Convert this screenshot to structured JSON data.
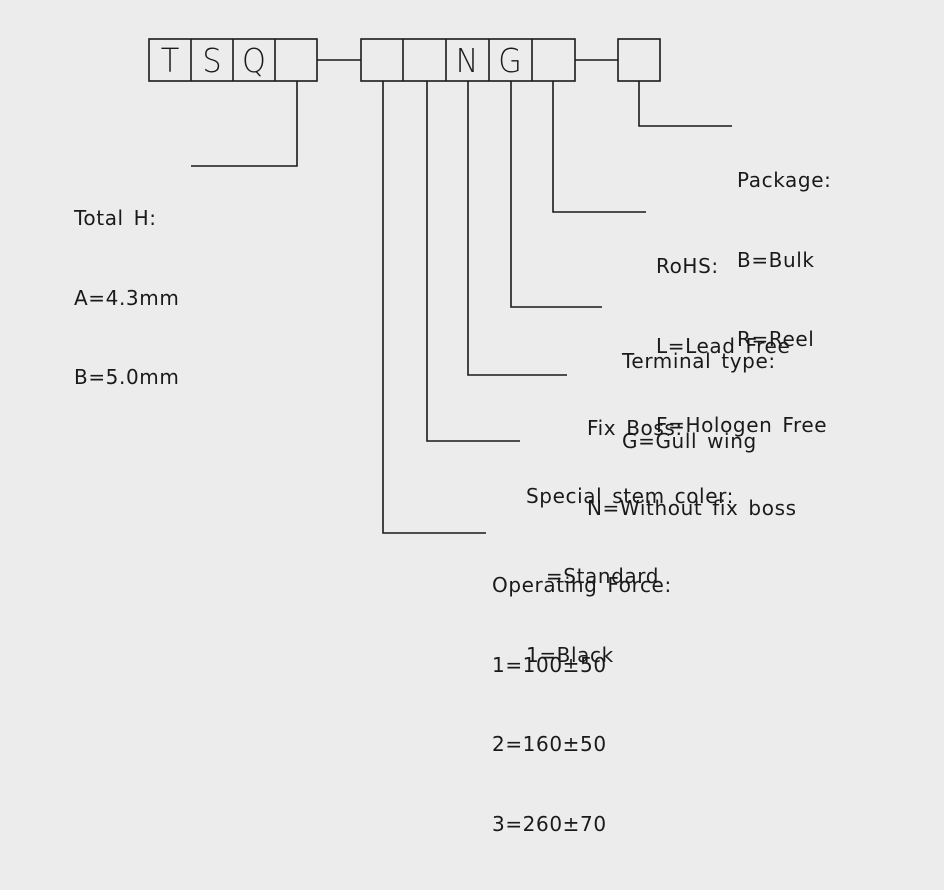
{
  "code_boxes": [
    {
      "text": "T"
    },
    {
      "text": "S"
    },
    {
      "text": "Q"
    },
    {
      "text": ""
    },
    {
      "text": ""
    },
    {
      "text": ""
    },
    {
      "text": "N"
    },
    {
      "text": "G"
    },
    {
      "text": ""
    },
    {
      "text": ""
    }
  ],
  "callouts": {
    "total_h": {
      "title": "Total H:",
      "options": [
        "A=4.3mm",
        "B=5.0mm"
      ]
    },
    "package": {
      "title": "Package:",
      "options": [
        "B=Bulk",
        "R=Reel"
      ]
    },
    "rohs": {
      "title": "RoHS:",
      "options": [
        "L=Lead Free",
        "F=Hologen Free"
      ]
    },
    "terminal_type": {
      "title": "Terminal type:",
      "options": [
        "G=Gull wing"
      ]
    },
    "fix_boss": {
      "title": "Fix Boss:",
      "options": [
        "N=Without fix boss"
      ]
    },
    "stem_color": {
      "title": "Special stem coler:",
      "options": [
        "  =Standard",
        "1=Black"
      ]
    },
    "operating_force": {
      "title": "Operating Force:",
      "options": [
        "1=100±50",
        "2=160±50",
        "3=260±70"
      ]
    }
  },
  "colors": {
    "background": "#ececec",
    "line": "#1a1a1a",
    "text": "#1a1a1a"
  }
}
